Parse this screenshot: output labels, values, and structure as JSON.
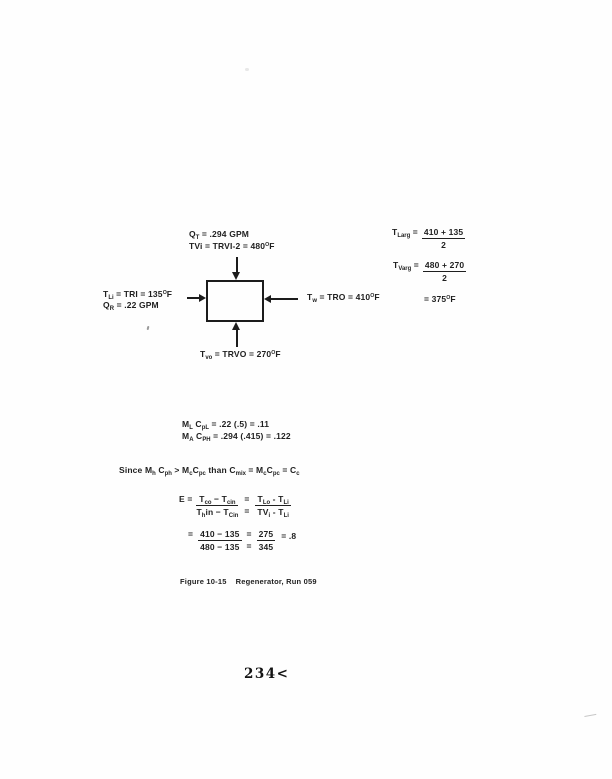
{
  "page": {
    "caption_number": "Figure 10-15",
    "caption_title": "Regenerator, Run 059",
    "page_number": "234<"
  },
  "diagram": {
    "top_line1": "Q_{T} = .294 GPM",
    "top_line2": "TVi = TRVI-2 = 480^{O}F",
    "left_line1": "T_{Li} = TRI = 135^{O}F",
    "left_line2": "Q_{R} = .22 GPM",
    "right_label": "T_{w} = TRO = 410^{O}F",
    "bottom_label": "T_{vo} = TRVO = 270^{O}F"
  },
  "averages": {
    "lavg_label": "T_{Larg} =",
    "lavg_num": "410 + 135",
    "lavg_den": "2",
    "vavg_label": "T_{Varg} =",
    "vavg_num": "480 + 270",
    "vavg_den": "2",
    "result": "= 375^{O}F"
  },
  "capacity": {
    "line1": "M_{L} C_{pL} = .22 (.5) = .11",
    "line2": "M_{A} C_{PH} = .294 (.415) = .122",
    "since": "Since M_{h} C_{ph} > M_{c}C_{pc} than C_{mix} = M_{c}C_{pc} = C_{c}"
  },
  "efficiency": {
    "lhs": "E =",
    "eq_sign": "=",
    "f1_num": "T_{co} − T_{cin}",
    "f1_den": "T_{h}in − T_{Cin}",
    "f2_num": "T_{Lo} - T_{Li}",
    "f2_den": "TV_{i} - T_{Li}",
    "f3_num": "410 − 135",
    "f3_den": "480 − 135",
    "f4_num": "275",
    "f4_den": "345",
    "result": "= .8"
  }
}
